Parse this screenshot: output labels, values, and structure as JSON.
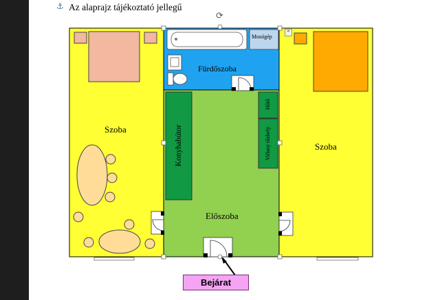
{
  "heading": "Az alaprajz tájékoztató jellegű",
  "rooms": {
    "left_room": "Szoba",
    "right_room": "Szoba",
    "bathroom": "Fürdőszoba",
    "hall": "Előszoba",
    "washer": "Mosógép",
    "kitchen": "Konyhabútor",
    "fridge": "Hűtő",
    "stove": "Villany tűzhely"
  },
  "entrance": "Bejárat",
  "colors": {
    "room": "#ffff33",
    "bathroom": "#33aaff",
    "hall": "#92d050",
    "furniture_green": "#119944",
    "bed_left": "#f2b8a0",
    "bed_right": "#ffaa00",
    "tables": "#ffdd99",
    "entrance_box": "#f5a3f3"
  }
}
